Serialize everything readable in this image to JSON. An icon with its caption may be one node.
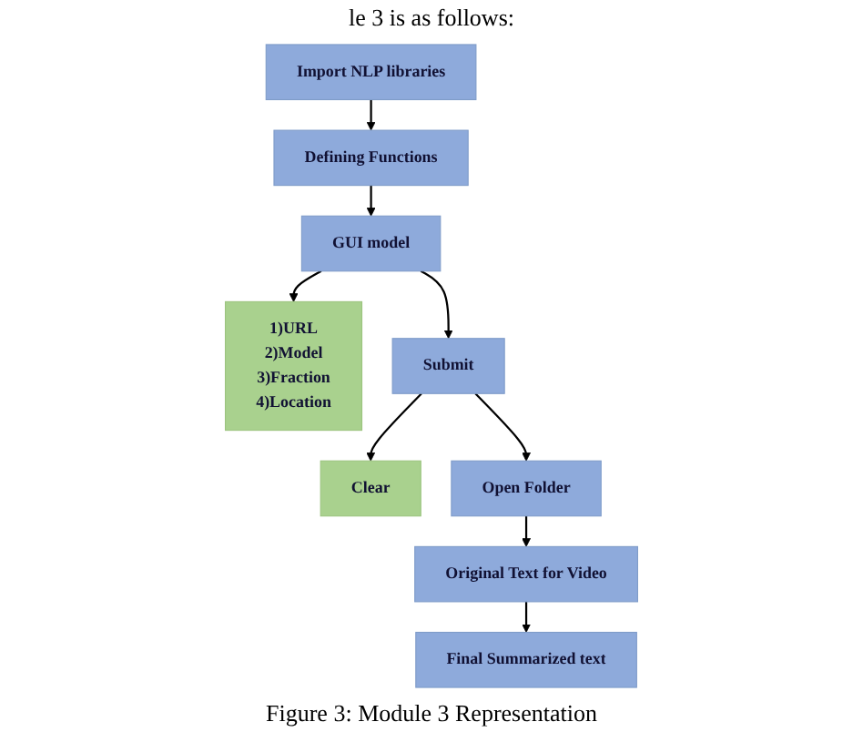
{
  "diagram": {
    "caption": "Figure 3: Module 3 Representation",
    "nodes": [
      {
        "text": [
          "Import NLP libraries"
        ]
      },
      {
        "text": [
          "Defining Functions"
        ]
      },
      {
        "text": [
          "GUI model"
        ]
      },
      {
        "text": [
          "1)URL",
          "2)Model",
          "3)Fraction",
          "4)Location"
        ]
      },
      {
        "text": [
          "Clear"
        ]
      },
      {
        "text": [
          "Submit"
        ]
      },
      {
        "text": [
          "Open Folder"
        ]
      },
      {
        "text": [
          "Original Text for Video"
        ]
      },
      {
        "text": [
          "Final Summarized text"
        ]
      }
    ],
    "edges": [
      {
        "from": 0,
        "to": 1,
        "arrow": "to"
      },
      {
        "from": 1,
        "to": 2,
        "arrow": "to"
      },
      {
        "from": 2,
        "to": 5,
        "arrow": "to"
      },
      {
        "from": 5,
        "to": 6,
        "arrow": "to"
      },
      {
        "from": 6,
        "to": 7,
        "arrow": "to"
      },
      {
        "from": 7,
        "to": 8,
        "arrow": "to"
      },
      {
        "from": 2,
        "to": 3,
        "arrow": "to"
      },
      {
        "from": 5,
        "to": 4,
        "arrow": "to"
      }
    ],
    "labels": [
      "le 3 is as follows:"
    ]
  }
}
